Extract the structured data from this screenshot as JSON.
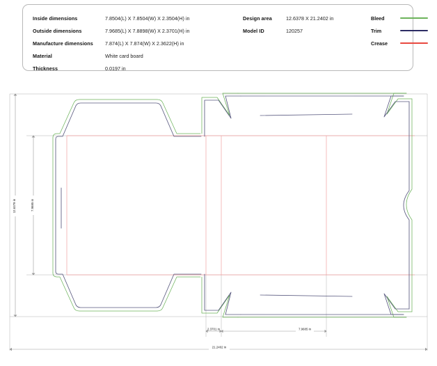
{
  "info_panel": {
    "specs": [
      {
        "label": "Inside dimensions",
        "value": "7.8504(L) X 7.8504(W) X 2.3504(H) in"
      },
      {
        "label": "Outside dimensions",
        "value": "7.9685(L) X 7.8898(W) X 2.3701(H) in"
      },
      {
        "label": "Manufacture dimensions",
        "value": "7.874(L) X 7.874(W) X 2.3622(H) in"
      },
      {
        "label": "Material",
        "value": "White card board"
      },
      {
        "label": "Thickness",
        "value": "0.0197 in"
      }
    ],
    "specs_right": [
      {
        "label": "Design area",
        "value": "12.6378 X 21.2402 in"
      },
      {
        "label": "Model ID",
        "value": "120257"
      }
    ],
    "legend": [
      {
        "label": "Bleed",
        "color": "#6cb35a"
      },
      {
        "label": "Trim",
        "color": "#2b2b63"
      },
      {
        "label": "Crease",
        "color": "#e8483f"
      }
    ]
  },
  "drawing": {
    "colors": {
      "bleed": "#6cb35a",
      "trim": "#5a5a80",
      "trim_dark": "#2b2b63",
      "crease": "#f0a0a0",
      "dimension": "#9a9a9a"
    },
    "dimensions": {
      "overall_width": "21.2402 in",
      "overall_height": "12.6378 in",
      "inner_height": "7.9685 in",
      "panel_depth": "2.3701 in",
      "panel_width": "7.9685 in"
    }
  }
}
